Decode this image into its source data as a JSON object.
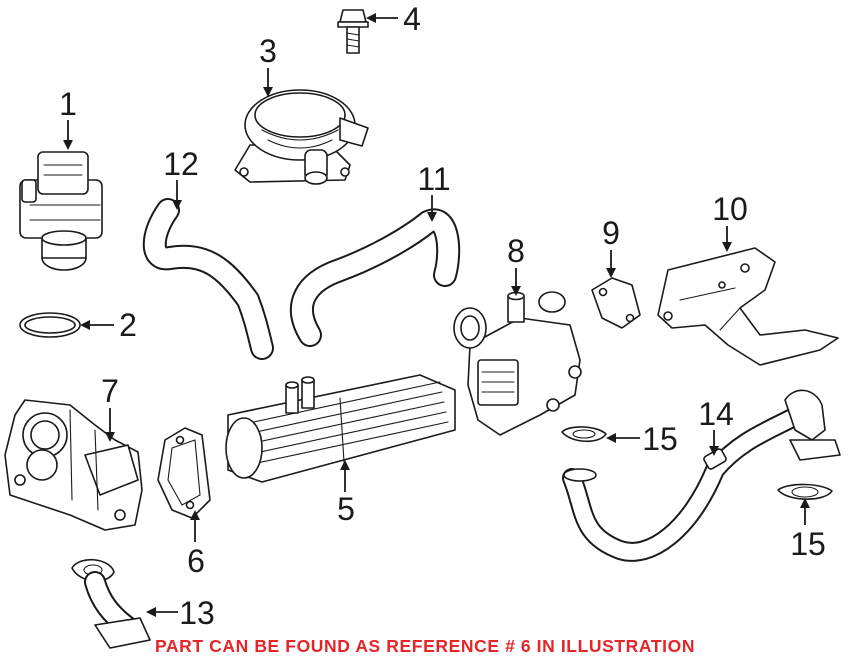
{
  "callouts": {
    "c1": "1",
    "c2": "2",
    "c3": "3",
    "c4": "4",
    "c5": "5",
    "c6": "6",
    "c7": "7",
    "c8": "8",
    "c9": "9",
    "c10": "10",
    "c11": "11",
    "c12": "12",
    "c13": "13",
    "c14": "14",
    "c15a": "15",
    "c15b": "15"
  },
  "caption": "PART CAN BE FOUND AS REFERENCE # 6 IN ILLUSTRATION",
  "colors": {
    "line": "#1a1a1a",
    "caption": "#e5252a",
    "background": "#ffffff"
  }
}
